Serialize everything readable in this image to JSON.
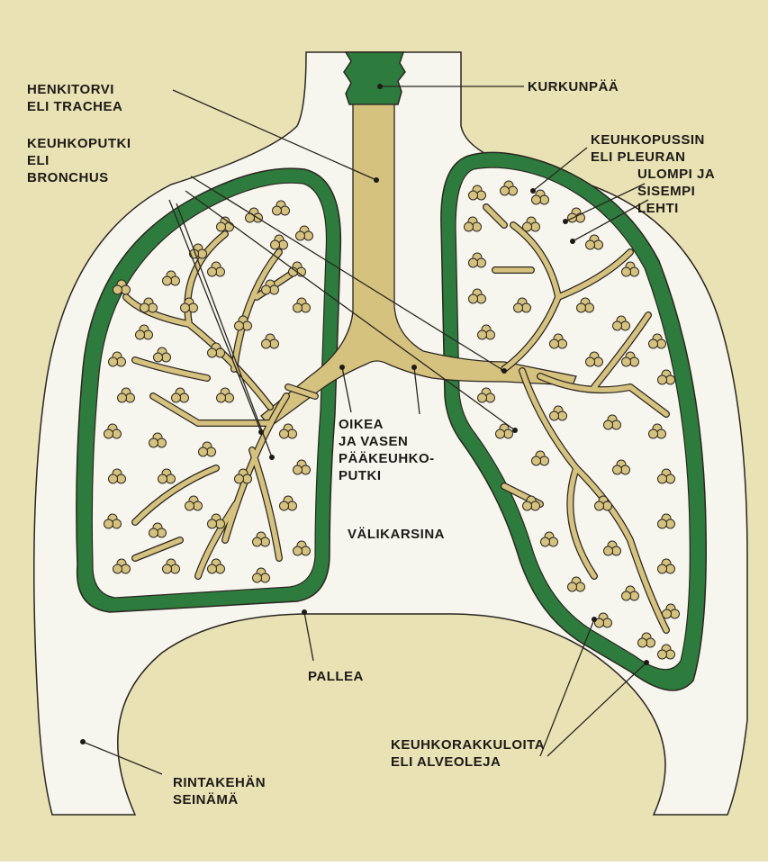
{
  "labels": {
    "trachea": [
      "HENKITORVI",
      "ELI TRACHEA"
    ],
    "bronchus": [
      "KEUHKOPUTKI",
      "ELI",
      "BRONCHUS"
    ],
    "larynx": "KURKUNPÄÄ",
    "pleura": [
      "KEUHKOPUSSIN",
      "ELI PLEURAN",
      "ULOMPI JA",
      "SISEMPI",
      "LEHTI"
    ],
    "main_bronchi": [
      "OIKEA",
      "JA VASEN",
      "PÄÄKEUHKO-",
      "PUTKI"
    ],
    "mediastinum": "VÄLIKARSINA",
    "diaphragm": "PALLEA",
    "alveoli": [
      "KEUHKORAKKULOITA",
      "ELI ALVEOLEJA"
    ],
    "chest_wall": [
      "RINTAKEHÄN",
      "SEINÄMÄ"
    ]
  },
  "colors": {
    "background": "#e9e2b4",
    "chest_cavity": "#f7f6ee",
    "pleura": "#2e7b3e",
    "airway": "#d6c27f",
    "outline": "#2a2620"
  }
}
